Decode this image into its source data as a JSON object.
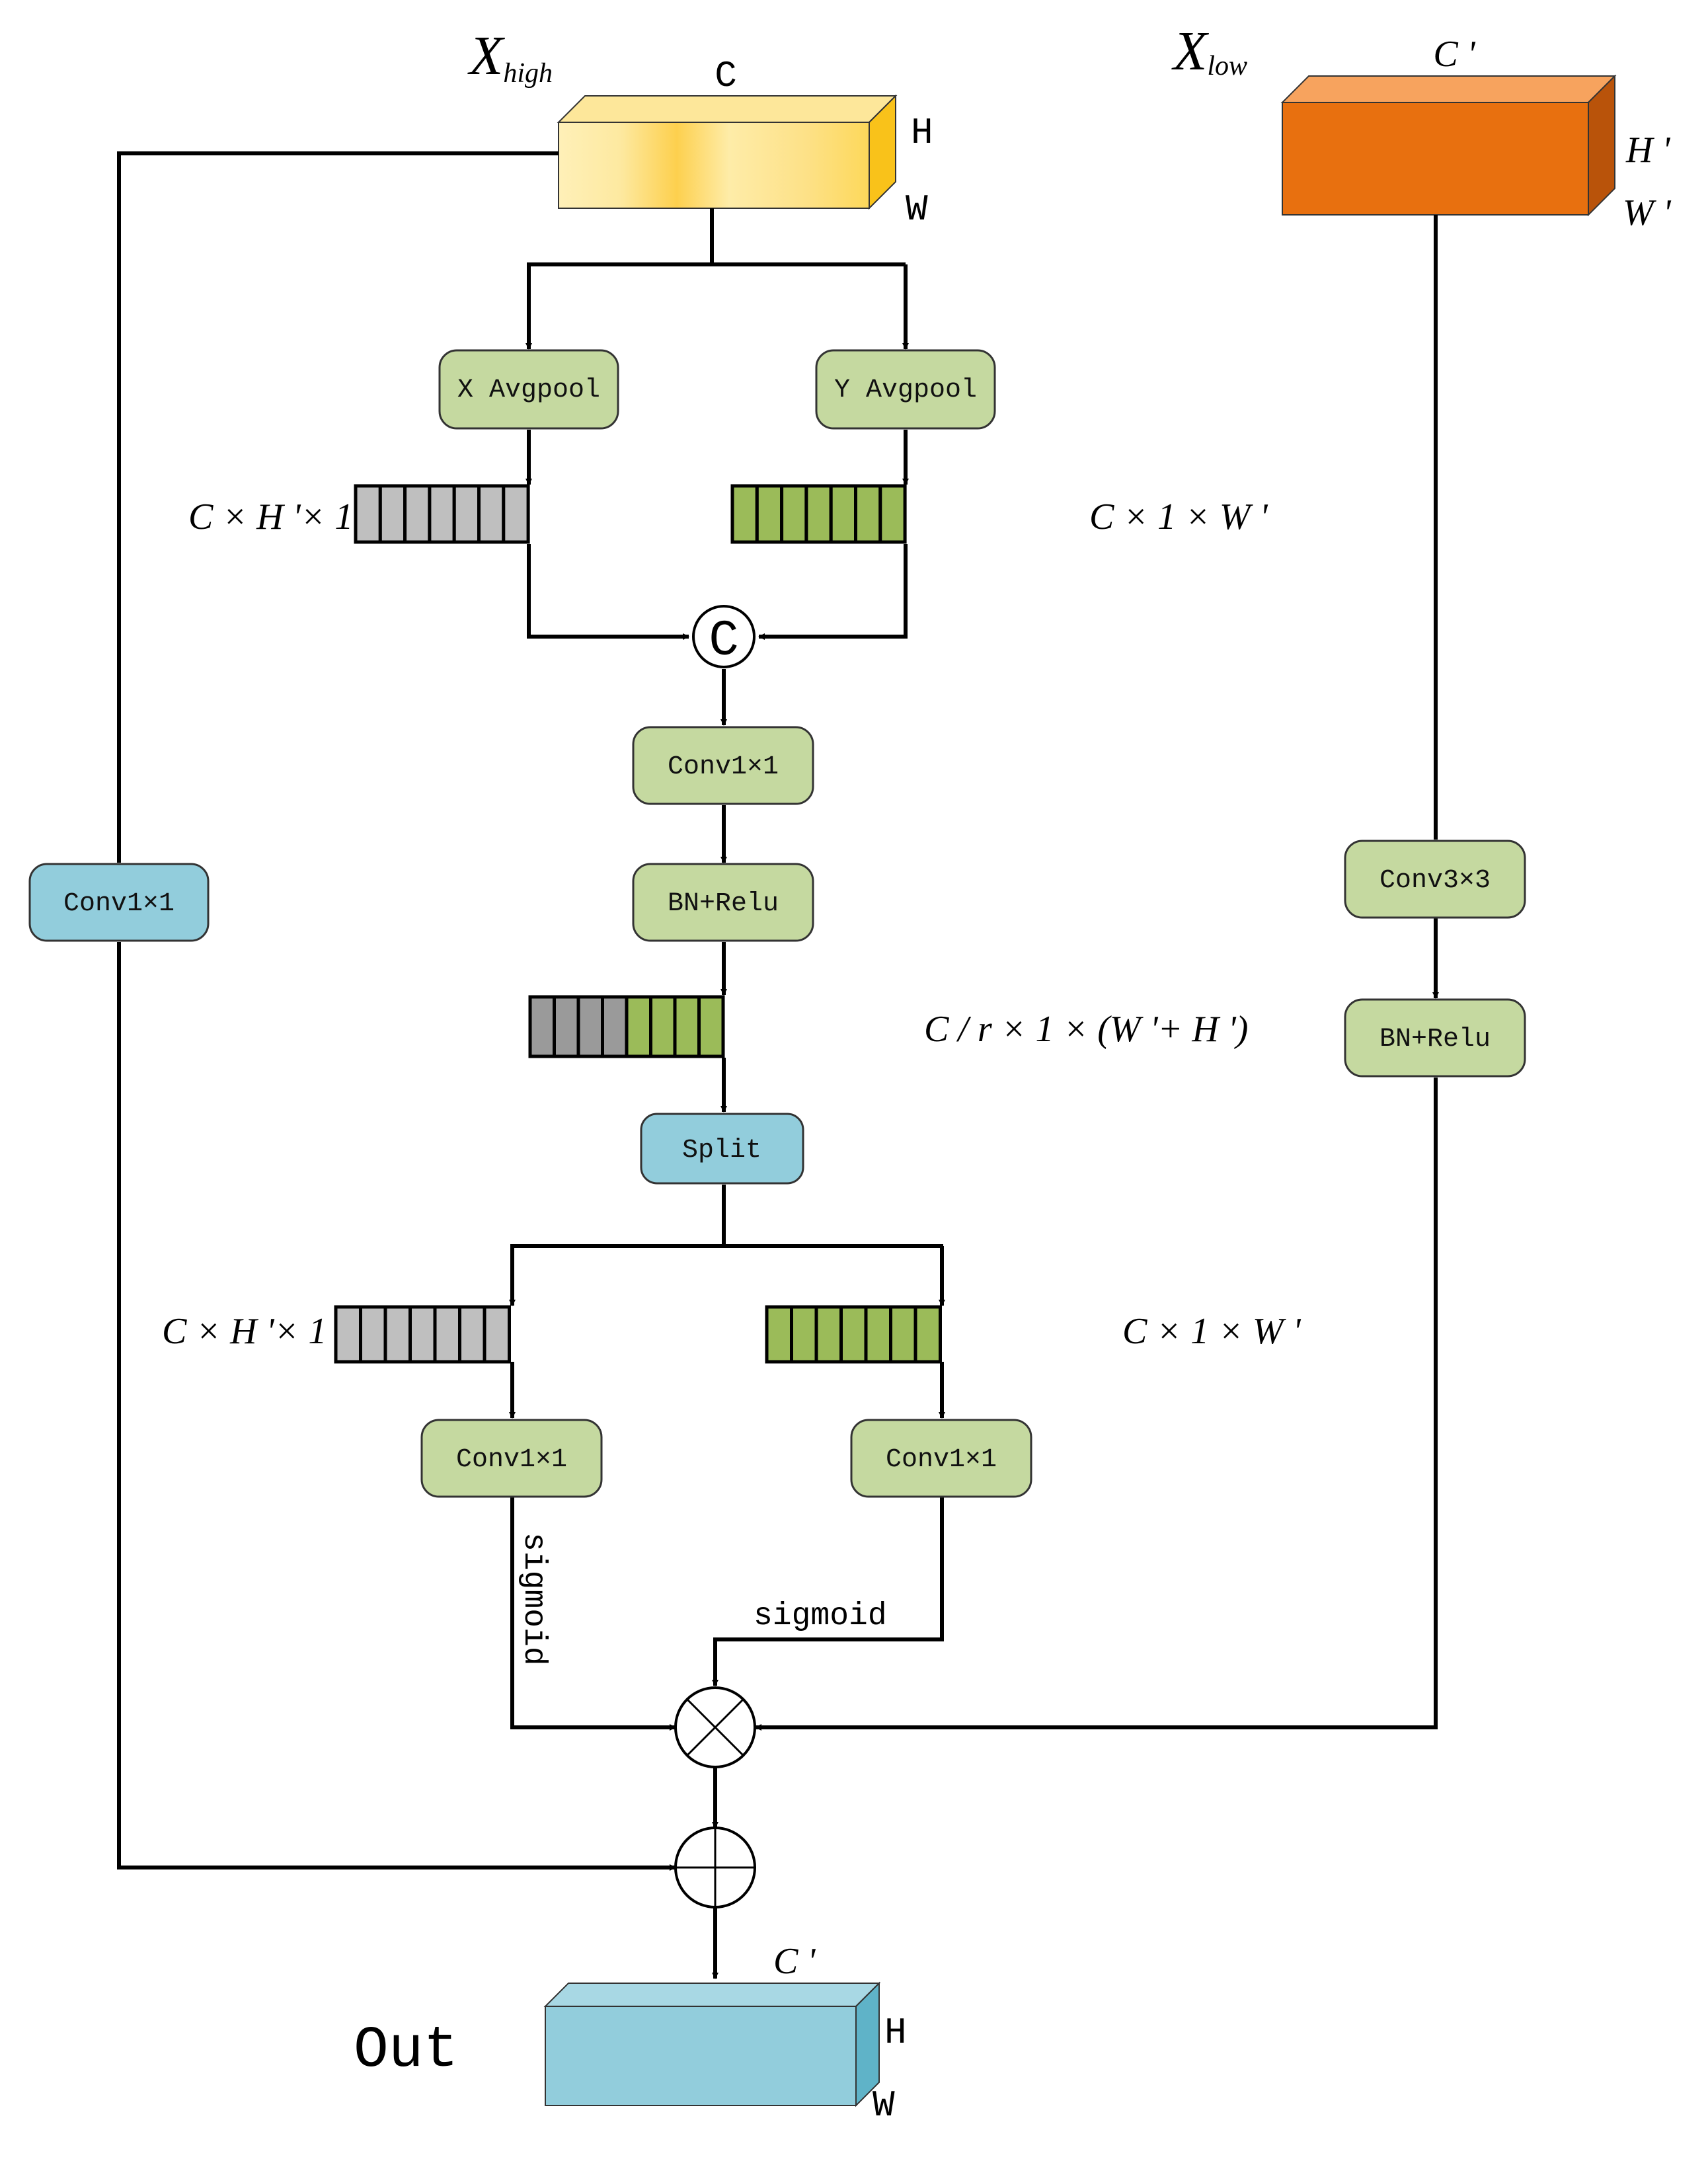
{
  "inputs": {
    "x_high": {
      "symbol": "X",
      "subscript": "high",
      "c": "C",
      "h": "H",
      "w": "W"
    },
    "x_low": {
      "symbol": "X",
      "subscript": "low",
      "c": "C '",
      "h": "H '",
      "w": "W '"
    }
  },
  "pooling": {
    "x_avgpool": "X Avgpool",
    "y_avgpool": "Y Avgpool",
    "x_vector_label": "C × H '× 1",
    "y_vector_label": "C × 1 × W '"
  },
  "concat_symbol": "C",
  "middle": {
    "conv_label": "Conv1×1",
    "bn_label": "BN+Relu",
    "merged_vector_label": "C / r × 1 × (W '+ H ')",
    "split_label": "Split"
  },
  "branches": {
    "left_vector_label": "C × H '× 1",
    "right_vector_label": "C × 1 × W '",
    "left_conv_label": "Conv1×1",
    "right_conv_label": "Conv1×1",
    "left_activation": "sigmoid",
    "right_activation": "sigmoid"
  },
  "shortcut": {
    "conv_label": "Conv1×1"
  },
  "low_path": {
    "conv_label": "Conv3×3",
    "bn_label": "BN+Relu"
  },
  "output": {
    "label": "Out",
    "c": "C '",
    "h": "H",
    "w": "W"
  },
  "colors": {
    "x_high_front": "#fee08a",
    "x_low_front": "#e8700f",
    "out_front": "#92cddc",
    "op_box_green": "#c5d9a0",
    "op_box_blue": "#92cddc",
    "vector_gray": "#bfbfbf",
    "vector_green": "#9bbb59"
  }
}
